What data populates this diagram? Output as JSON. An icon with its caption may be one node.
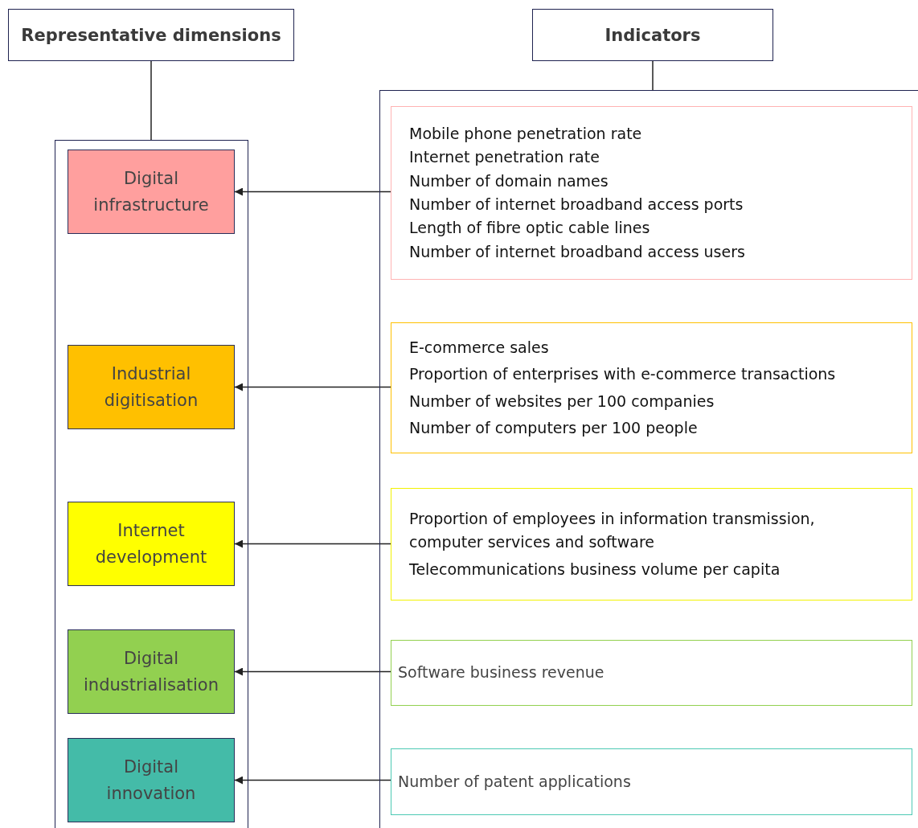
{
  "diagram": {
    "nodes": [
      {
        "text": [
          "Representative dimensions"
        ]
      },
      {
        "text": [
          "Indicators"
        ]
      },
      {
        "text": [],
        "shape": "box"
      },
      {
        "text": [
          "Digital infrastructure"
        ],
        "in": 2
      },
      {
        "text": [
          "Industrial digitisation"
        ],
        "in": 2
      },
      {
        "text": [
          "Internet development"
        ],
        "in": 2
      },
      {
        "text": [
          "Digital industrialisation"
        ],
        "in": 2
      },
      {
        "text": [
          "Digital innovation"
        ],
        "in": 2
      },
      {
        "text": [],
        "shape": "box"
      },
      {
        "text": [
          "Mobile phone penetration rate",
          "Internet penetration rate",
          "Number of domain names",
          "Number of internet broadband access ports",
          "Length of fibre optic cable lines",
          "Number of internet broadband access users"
        ],
        "in": 8
      },
      {
        "text": [
          "E-commerce sales",
          "Proportion of enterprises with e-commerce transactions",
          "Number of websites per 100 companies",
          "Number of computers per 100 people"
        ],
        "in": 8
      },
      {
        "text": [
          "Proportion of employees in information transmission, computer services and software",
          "Telecommunications business volume per capita"
        ],
        "in": 8
      },
      {
        "text": [
          "Software business revenue"
        ],
        "in": 8
      },
      {
        "text": [
          "Number of patent applications"
        ],
        "in": 8
      }
    ],
    "edges": [
      {
        "from": 0,
        "to": 2,
        "arrow": "none"
      },
      {
        "from": 1,
        "to": 8,
        "arrow": "none"
      },
      {
        "from": 9,
        "to": 3,
        "arrow": "to"
      },
      {
        "from": 10,
        "to": 4,
        "arrow": "to"
      },
      {
        "from": 11,
        "to": 5,
        "arrow": "to"
      },
      {
        "from": 12,
        "to": 6,
        "arrow": "to"
      },
      {
        "from": 13,
        "to": 7,
        "arrow": "to"
      }
    ]
  }
}
